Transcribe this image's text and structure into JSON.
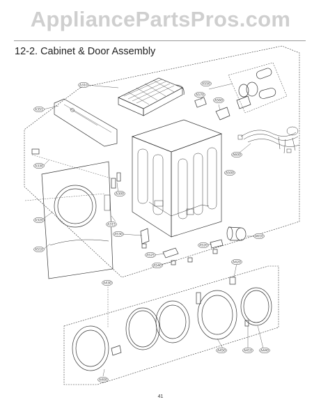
{
  "watermark": "AppliancePartsPros.com",
  "title": "12-2. Cabinet & Door Assembly",
  "page_number": "41",
  "callouts": [
    {
      "id": "c-a310",
      "label": "A310"
    },
    {
      "id": "c-a351",
      "label": "A351"
    },
    {
      "id": "c-a550",
      "label": "A550"
    },
    {
      "id": "c-a570",
      "label": "A570"
    },
    {
      "id": "c-a560",
      "label": "A560"
    },
    {
      "id": "c-a600",
      "label": "A600"
    },
    {
      "id": "c-a330",
      "label": "A330"
    },
    {
      "id": "c-a300",
      "label": "A300"
    },
    {
      "id": "c-a320",
      "label": "A320"
    },
    {
      "id": "c-a510",
      "label": "A510"
    },
    {
      "id": "c-a500",
      "label": "A500"
    },
    {
      "id": "c-a610",
      "label": "A610"
    },
    {
      "id": "c-a315",
      "label": "A315"
    },
    {
      "id": "c-a530",
      "label": "A530"
    },
    {
      "id": "c-a525",
      "label": "A525"
    },
    {
      "id": "c-a540",
      "label": "A540"
    },
    {
      "id": "c-a520",
      "label": "A520"
    },
    {
      "id": "c-a420",
      "label": "A420"
    },
    {
      "id": "c-a430",
      "label": "A430"
    },
    {
      "id": "c-a450",
      "label": "A450"
    },
    {
      "id": "c-a410",
      "label": "A410"
    },
    {
      "id": "c-a440",
      "label": "A440"
    },
    {
      "id": "c-a400",
      "label": "A400"
    }
  ]
}
